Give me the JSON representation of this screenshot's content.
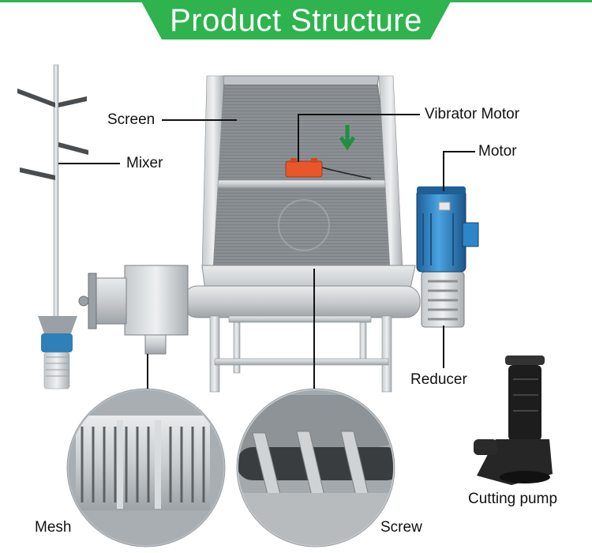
{
  "header": {
    "title": "Product Structure",
    "banner_color": "#2fb34f"
  },
  "labels": {
    "screen": "Screen",
    "mixer": "Mixer",
    "vibrator_motor": "Vibrator Motor",
    "motor": "Motor",
    "reducer": "Reducer",
    "mesh": "Mesh",
    "screw": "Screw",
    "cutting_pump": "Cutting pump"
  },
  "colors": {
    "steel_light": "#d9dcdf",
    "steel_mid": "#b8bcc0",
    "steel_dark": "#7d8286",
    "motor_blue": "#2d86c9",
    "vibrator_orange": "#e8562a",
    "pump_black": "#1d1d1d"
  }
}
